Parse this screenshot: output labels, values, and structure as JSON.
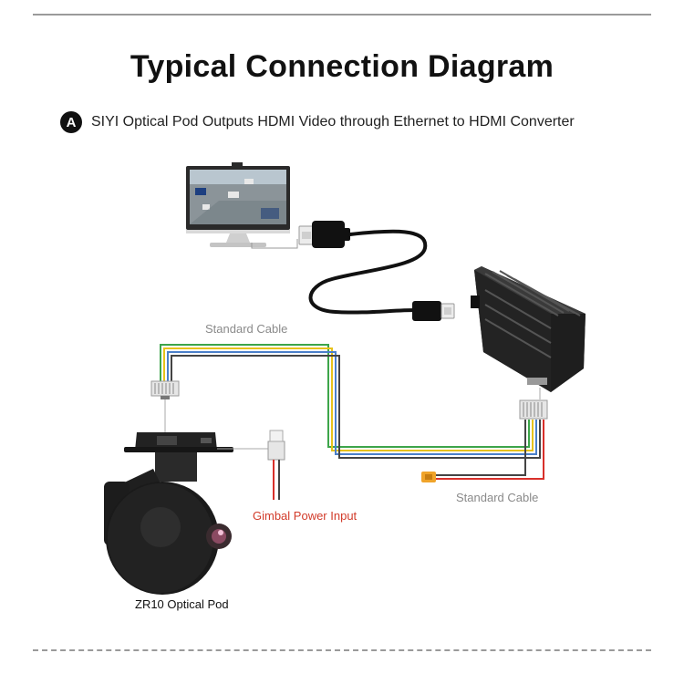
{
  "header": {
    "title": "Typical Connection Diagram",
    "badge": "A",
    "subtitle": "SIYI Optical Pod Outputs HDMI Video through Ethernet to HDMI Converter"
  },
  "labels": {
    "cable_top": "Standard Cable",
    "cable_bottom": "Standard Cable",
    "power_input": "Gimbal Power Input",
    "pod_name": "ZR10 Optical Pod"
  },
  "colors": {
    "wire_yellow": "#e8c21a",
    "wire_green": "#3da54a",
    "wire_blue": "#4a7fc9",
    "wire_black": "#333333",
    "wire_red": "#d8302a",
    "power_label": "#d23b2a",
    "device_body": "#1c1c1c"
  },
  "icons": [
    "monitor-icon",
    "hdmi-plug-icon",
    "converter-box-icon",
    "connector-icon",
    "gimbal-camera-icon",
    "xt30-plug-icon"
  ]
}
